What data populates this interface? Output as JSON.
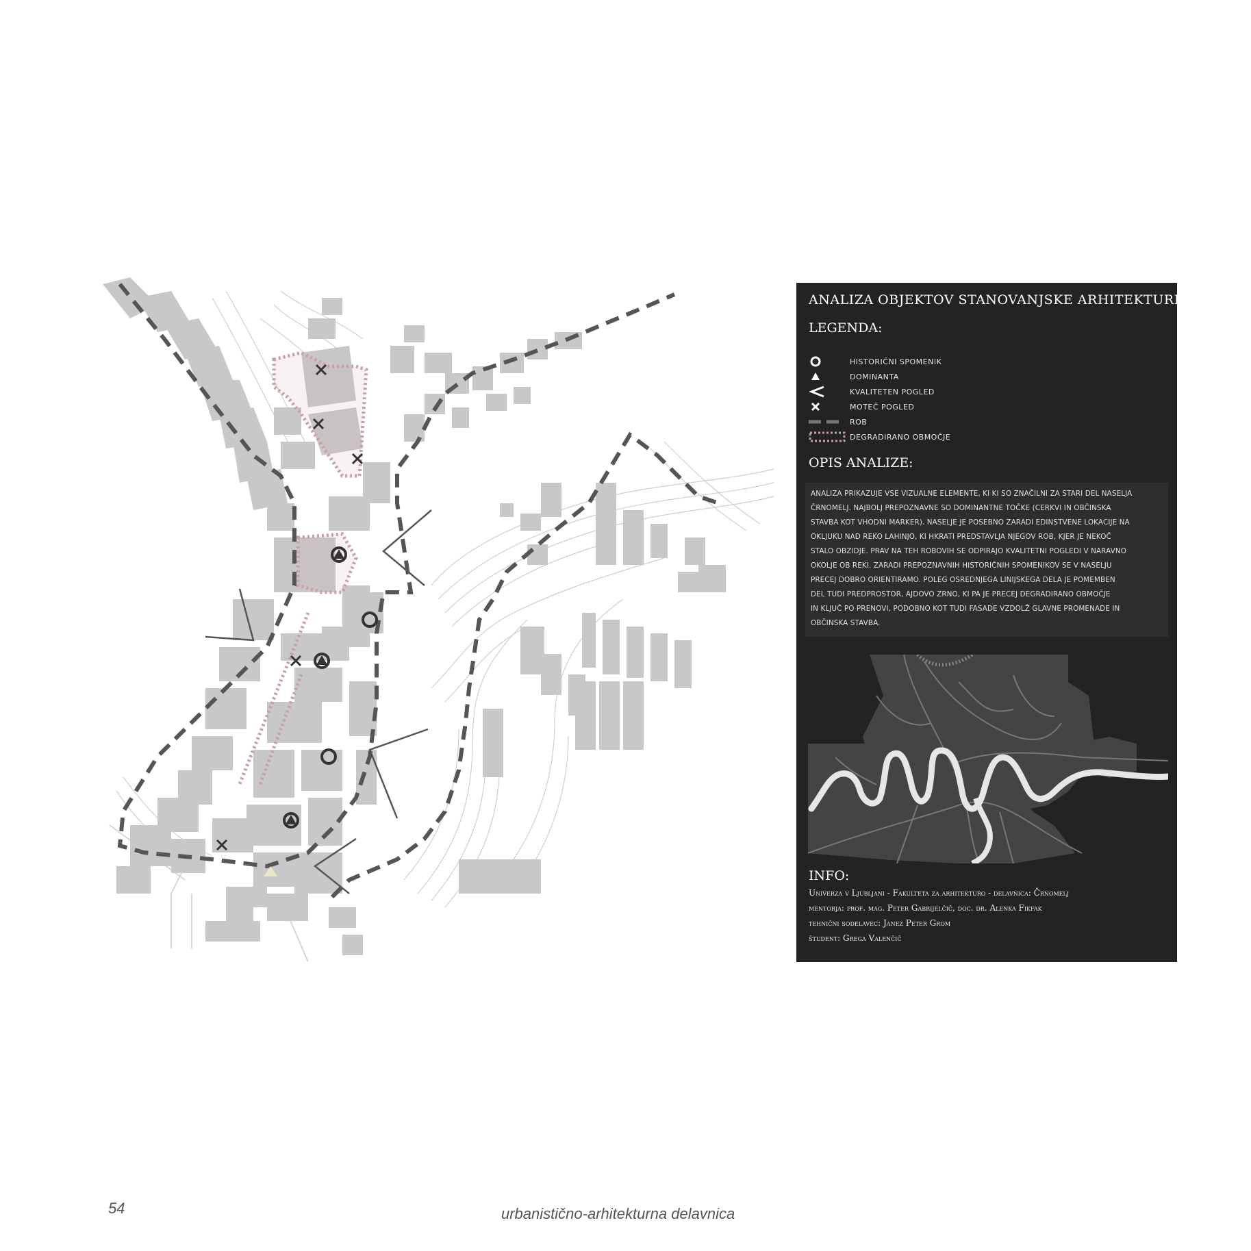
{
  "panel": {
    "title": "ANALIZA OBJEKTOV STANOVANJSKE ARHITEKTURE",
    "legend_heading": "LEGENDA:",
    "legend": [
      {
        "icon": "circle-icon",
        "label": "HISTORIČNI SPOMENIK"
      },
      {
        "icon": "triangle-icon",
        "label": "DOMINANTA"
      },
      {
        "icon": "view-icon",
        "label": "KVALITETEN POGLED"
      },
      {
        "icon": "x-icon",
        "label": "MOTEČ POGLED"
      },
      {
        "icon": "dash-line-icon",
        "label": "ROB"
      },
      {
        "icon": "dotted-area-icon",
        "label": "DEGRADIRANO OBMOČJE"
      }
    ],
    "description_heading": "OPIS ANALIZE:",
    "description_lines": [
      "ANALIZA PRIKAZUJE VSE VIZUALNE ELEMENTE, KI KI SO ZNAČILNI ZA STARI DEL NASELJA",
      "ČRNOMELJ. NAJBOLJ PREPOZNAVNE SO DOMINANTNE TOČKE (CERKVI IN OBČINSKA",
      "STAVBA KOT VHODNI MARKER). NASELJE JE POSEBNO ZARADI EDINSTVENE LOKACIJE NA",
      "OKLJUKU NAD REKO LAHINJO, KI HKRATI PREDSTAVLJA NJEGOV ROB, KJER JE NEKOČ",
      "STALO OBZIDJE. PRAV NA TEH ROBOVIH SE ODPIRAJO KVALITETNI POGLEDI V NARAVNO",
      "OKOLJE OB REKI. ZARADI PREPOZNAVNIH HISTORIČNIH SPOMENIKOV SE V NASELJU",
      "PRECEJ DOBRO ORIENTIRAMO. POLEG OSREDNJEGA LINIJSKEGA DELA JE POMEMBEN",
      "DEL TUDI PREDPROSTOR, AJDOVO ZRNO, KI PA JE PRECEJ DEGRADIRANO OBMOČJE",
      "IN KLJUČ PO PRENOVI, PODOBNO KOT TUDI FASADE VZDOLŽ GLAVNE PROMENADE IN",
      "OBČINSKA STAVBA."
    ],
    "info_heading": "INFO:",
    "info_lines": [
      "Univerza v Ljubljani - Fakulteta za arhitekturo - delavnica: Črnomelj",
      "mentorja: prof. mag. Peter Gabrijelčič, doc. dr. Alenka Fikfak",
      "tehnični sodelavec: Janez Peter Grom",
      "študent: Grega Valenčič"
    ]
  },
  "page_number": "54",
  "footer": "urbanistično-arhitekturna delavnica",
  "colors": {
    "panel_bg": "#232323",
    "building": "#c8c8c8",
    "edge": "#555555",
    "degraded": "#c9a0a5",
    "marker": "#333333"
  }
}
